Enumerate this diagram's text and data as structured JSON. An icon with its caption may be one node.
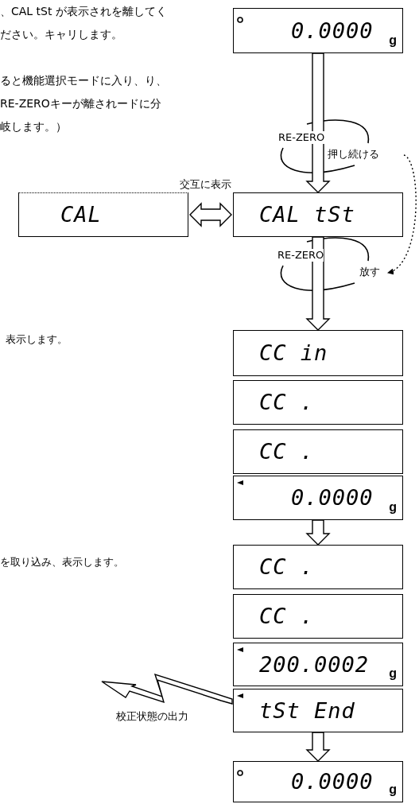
{
  "diagram": {
    "nodes": [
      {
        "text": [
          "0.0000",
          "g"
        ]
      },
      {
        "text": [
          "CAL"
        ]
      },
      {
        "text": [
          "CAL tSt"
        ]
      },
      {
        "text": [
          "CC in"
        ]
      },
      {
        "text": [
          "CC ."
        ]
      },
      {
        "text": [
          "CC ."
        ]
      },
      {
        "text": [
          "0.0000",
          "g"
        ]
      },
      {
        "text": [
          "CC ."
        ]
      },
      {
        "text": [
          "CC ."
        ]
      },
      {
        "text": [
          "200.0002",
          "g"
        ]
      },
      {
        "text": [
          "tSt End"
        ]
      },
      {
        "text": [
          "0.0000",
          "g"
        ]
      },
      {
        "text": [
          "押し続ける"
        ]
      },
      {
        "text": [
          "放す"
        ]
      }
    ],
    "edges": [
      {
        "from": 0,
        "to": 2,
        "arrow": "to"
      },
      {
        "from": 1,
        "to": 2,
        "arrow": "both",
        "label": "交互に表示"
      },
      {
        "from": 2,
        "to": 3,
        "arrow": "to"
      },
      {
        "from": 6,
        "to": 7,
        "arrow": "to"
      },
      {
        "from": 10,
        "to": 11,
        "arrow": "to"
      },
      {
        "from": 10,
        "to": null,
        "arrow": "to",
        "label": "校正状態の出力"
      },
      {
        "from": 12,
        "to": 13,
        "arrow": "to",
        "style": "dashed"
      }
    ],
    "labels": [
      "、CAL tSt が表示されを離してください。キャリします。",
      "ると機能選択モードに入り、り、RE-ZEROキーが離されードに分岐します。）",
      "RE-ZERO",
      "RE-ZERO",
      "表示します。",
      "を取り込み、表示します。"
    ]
  }
}
